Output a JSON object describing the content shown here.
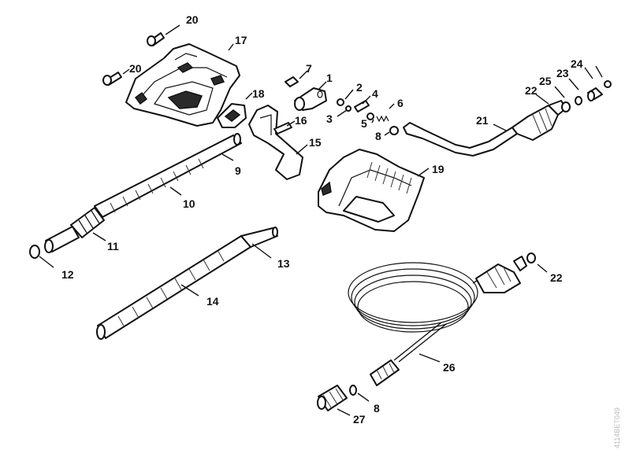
{
  "labels": {
    "p1": "1",
    "p2": "2",
    "p3": "3",
    "p4": "4",
    "p5": "5",
    "p6": "6",
    "p7": "7",
    "p8a": "8",
    "p8b": "8",
    "p9": "9",
    "p10": "10",
    "p11": "11",
    "p12": "12",
    "p13": "13",
    "p14": "14",
    "p15": "15",
    "p16": "16",
    "p17": "17",
    "p18": "18",
    "p19": "19",
    "p20a": "20",
    "p20b": "20",
    "p21": "21",
    "p22a": "22",
    "p22b": "22",
    "p23": "23",
    "p24": "24",
    "p25": "25",
    "p26": "26",
    "p27": "27"
  },
  "watermark": "4114BET049"
}
